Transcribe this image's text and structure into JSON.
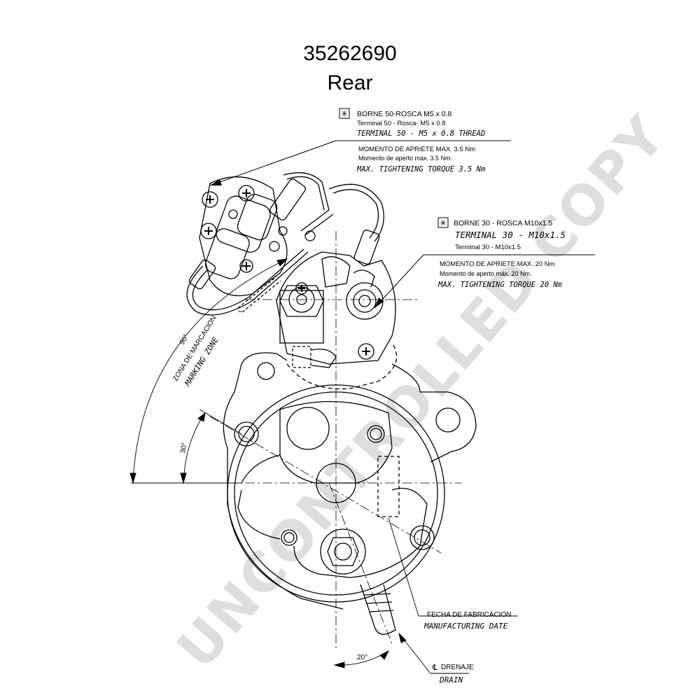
{
  "header": {
    "part_number": "35262690",
    "view": "Rear"
  },
  "terminal_50": {
    "symbol": "✳",
    "line1": "BORNE 50-ROSCA M5 x 0.8",
    "line2": "Terminal 50 - Rosca- M5 x 0.8",
    "line3": "TERMINAL 50 - M5 x 0.8 THREAD",
    "torque1": "MOMENTO DE APRIETE MAX. 3.5 Nm",
    "torque2": "Momento de aperto máx. 3.5 Nm.",
    "torque3": "MAX. TIGHTENING TORQUE 3.5 Nm"
  },
  "terminal_30": {
    "symbol": "✳",
    "line1": "BORNE 30 - ROSCA M10x1.5",
    "line2": "TERMINAL 30 - M10x1.5",
    "line3": "Terminal 30 - M10x1.5",
    "torque1": "MOMENTO DE APRIETE MAX. 20 Nm",
    "torque2": "Momento de aperto máx. 20 Nm.",
    "torque3": "MAX. TIGHTENING TORQUE 20 Nm"
  },
  "marking_zone": {
    "es": "ZONA DE MARCACION",
    "en": "MARKING ZONE",
    "angle_outer": "90°",
    "angle_inner": "30°"
  },
  "manufacturing_date": {
    "es": "FECHA DE FABRICACION",
    "en": "MANUFACTURING DATE"
  },
  "drain": {
    "symbol": "℄",
    "es": "DRENAJE",
    "en": "DRAIN",
    "angle": "20°"
  },
  "watermark": "UNCONTROLLED COPY"
}
